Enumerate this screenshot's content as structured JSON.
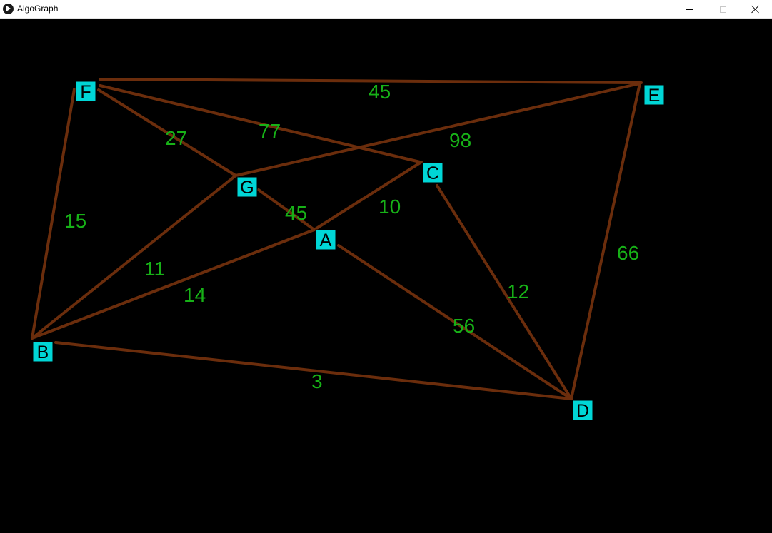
{
  "window": {
    "title": "AlgoGraph",
    "icon": "play-circle-icon",
    "controls": {
      "minimize": "minimize-icon",
      "maximize": "maximize-icon",
      "close": "close-icon"
    }
  },
  "colors": {
    "background": "#000000",
    "edge": "#6b2d0c",
    "node_fill": "#00d6d6",
    "weight_text": "#17b117",
    "node_text": "#000000"
  },
  "graph": {
    "nodes": [
      {
        "id": "F",
        "label": "F"
      },
      {
        "id": "E",
        "label": "E"
      },
      {
        "id": "C",
        "label": "C"
      },
      {
        "id": "G",
        "label": "G"
      },
      {
        "id": "A",
        "label": "A"
      },
      {
        "id": "B",
        "label": "B"
      },
      {
        "id": "D",
        "label": "D"
      }
    ],
    "edges": [
      {
        "from": "F",
        "to": "E",
        "weight": "45"
      },
      {
        "from": "F",
        "to": "G",
        "weight": "27"
      },
      {
        "from": "F",
        "to": "C",
        "weight": "77"
      },
      {
        "from": "G",
        "to": "E",
        "weight": "98"
      },
      {
        "from": "F",
        "to": "B",
        "weight": "15"
      },
      {
        "from": "G",
        "to": "A",
        "weight": "45"
      },
      {
        "from": "A",
        "to": "C",
        "weight": "10"
      },
      {
        "from": "E",
        "to": "D",
        "weight": "66"
      },
      {
        "from": "G",
        "to": "B",
        "weight": "11"
      },
      {
        "from": "B",
        "to": "A",
        "weight": "14"
      },
      {
        "from": "C",
        "to": "D",
        "weight": "12"
      },
      {
        "from": "A",
        "to": "D",
        "weight": "56"
      },
      {
        "from": "B",
        "to": "D",
        "weight": "3"
      }
    ]
  }
}
